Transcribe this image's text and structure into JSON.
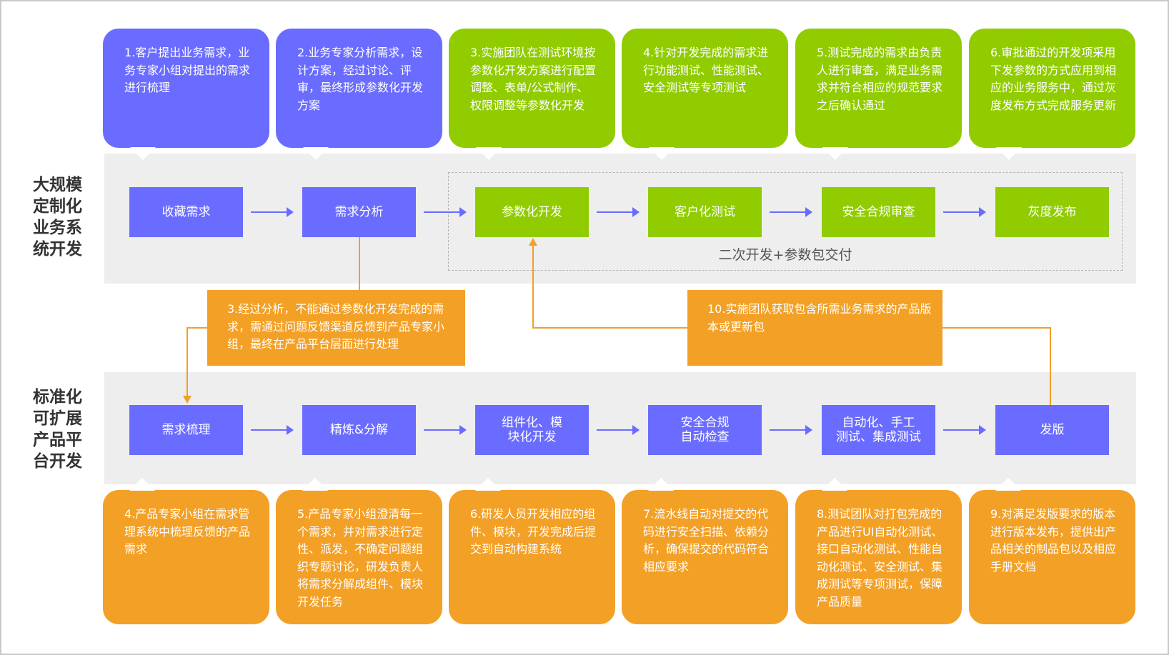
{
  "lanes": {
    "top_label": "大规模定制化业务系统开发",
    "bottom_label": "标准化可扩展产品平台开发"
  },
  "colors": {
    "blue": "#6a6cff",
    "green": "#90cc00",
    "orange": "#f3a026",
    "band_gray": "#eeeeee"
  },
  "top_callouts": [
    {
      "text": "1.客户提出业务需求，业务专家小组对提出的需求进行梳理",
      "color": "blue"
    },
    {
      "text": "2.业务专家分析需求，设计方案，经过讨论、评审，最终形成参数化开发方案",
      "color": "blue"
    },
    {
      "text": "3.实施团队在测试环境按参数化开发方案进行配置调整、表单/公式制作、权限调整等参数化开发",
      "color": "green"
    },
    {
      "text": "4.针对开发完成的需求进行功能测试、性能测试、安全测试等专项测试",
      "color": "green"
    },
    {
      "text": "5.测试完成的需求由负责人进行审查，满足业务需求并符合相应的规范要求之后确认通过",
      "color": "green"
    },
    {
      "text": "6.审批通过的开发项采用下发参数的方式应用到相应的业务服务中，通过灰度发布方式完成服务更新",
      "color": "green"
    }
  ],
  "top_steps": [
    {
      "label": "收藏需求",
      "color": "blue"
    },
    {
      "label": "需求分析",
      "color": "blue"
    },
    {
      "label": "参数化开发",
      "color": "green"
    },
    {
      "label": "客户化测试",
      "color": "green"
    },
    {
      "label": "安全合规审查",
      "color": "green"
    },
    {
      "label": "灰度发布",
      "color": "green"
    }
  ],
  "dashed_group_label": "二次开发+参数包交付",
  "notes": {
    "n3": "3.经过分析，不能通过参数化开发完成的需求，需通过问题反馈渠道反馈到产品专家小组，最终在产品平台层面进行处理",
    "n10": "10.实施团队获取包含所需业务需求的产品版本或更新包"
  },
  "bottom_steps": [
    {
      "label": "需求梳理"
    },
    {
      "label": "精炼&分解"
    },
    {
      "label": "组件化、模\n块化开发"
    },
    {
      "label": "安全合规\n自动检查"
    },
    {
      "label": "自动化、手工\n测试、集成测试"
    },
    {
      "label": "发版"
    }
  ],
  "bottom_callouts": [
    {
      "text": "4.产品专家小组在需求管理系统中梳理反馈的产品需求"
    },
    {
      "text": "5.产品专家小组澄清每一个需求，并对需求进行定性、派发，不确定问题组织专题讨论，研发负责人将需求分解成组件、模块开发任务"
    },
    {
      "text": "6.研发人员开发相应的组件、模块，开发完成后提交到自动构建系统"
    },
    {
      "text": "7.流水线自动对提交的代码进行安全扫描、依赖分析，确保提交的代码符合相应要求"
    },
    {
      "text": "8.测试团队对打包完成的产品进行UI自动化测试、接口自动化测试、性能自动化测试、安全测试、集成测试等专项测试，保障产品质量"
    },
    {
      "text": "9.对满足发版要求的版本进行版本发布，提供出产品相关的制品包以及相应手册文档"
    }
  ]
}
